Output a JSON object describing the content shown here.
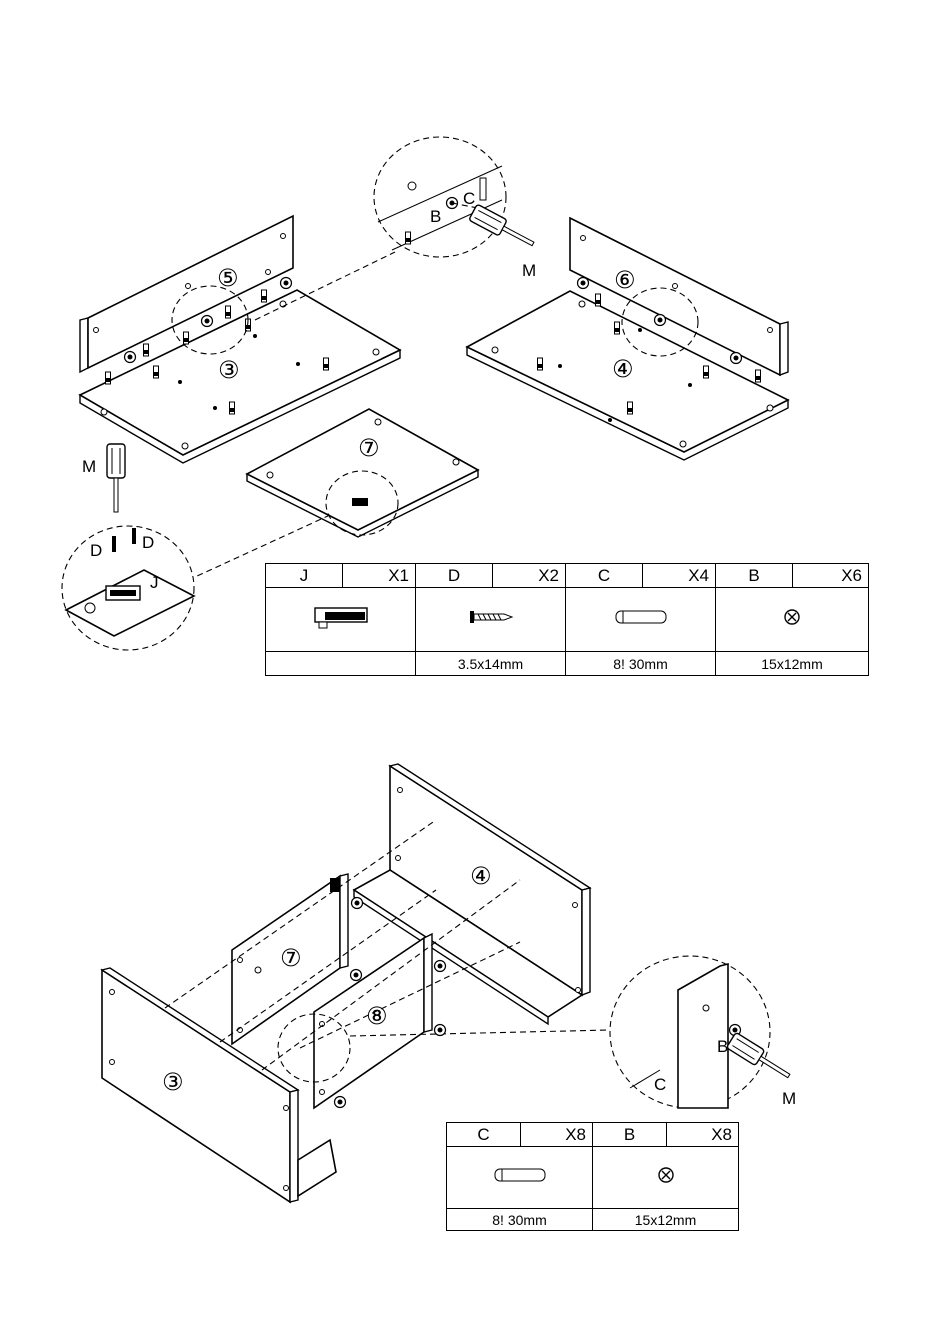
{
  "step1": {
    "panels": {
      "p5": "⑤",
      "p3": "③",
      "p6": "⑥",
      "p4": "④",
      "p7": "⑦"
    },
    "callouts": {
      "b": "B",
      "c": "C",
      "m_top": "M",
      "m_left": "M",
      "d_left": "D",
      "d_right": "D",
      "j": "J"
    },
    "parts_table": [
      {
        "code": "J",
        "qty": "X1",
        "icon": "catch-icon",
        "size": ""
      },
      {
        "code": "D",
        "qty": "X2",
        "icon": "screw-icon",
        "size": "3.5x14mm"
      },
      {
        "code": "C",
        "qty": "X4",
        "icon": "dowel-icon",
        "size": "8! 30mm"
      },
      {
        "code": "B",
        "qty": "X6",
        "icon": "cam-lock-icon",
        "size": "15x12mm"
      }
    ]
  },
  "step2": {
    "panels": {
      "p4": "④",
      "p7": "⑦",
      "p8": "⑧",
      "p3": "③"
    },
    "callouts": {
      "b": "B",
      "c": "C",
      "m": "M"
    },
    "parts_table": [
      {
        "code": "C",
        "qty": "X8",
        "icon": "dowel-icon",
        "size": "8! 30mm"
      },
      {
        "code": "B",
        "qty": "X8",
        "icon": "cam-lock-icon",
        "size": "15x12mm"
      }
    ]
  }
}
